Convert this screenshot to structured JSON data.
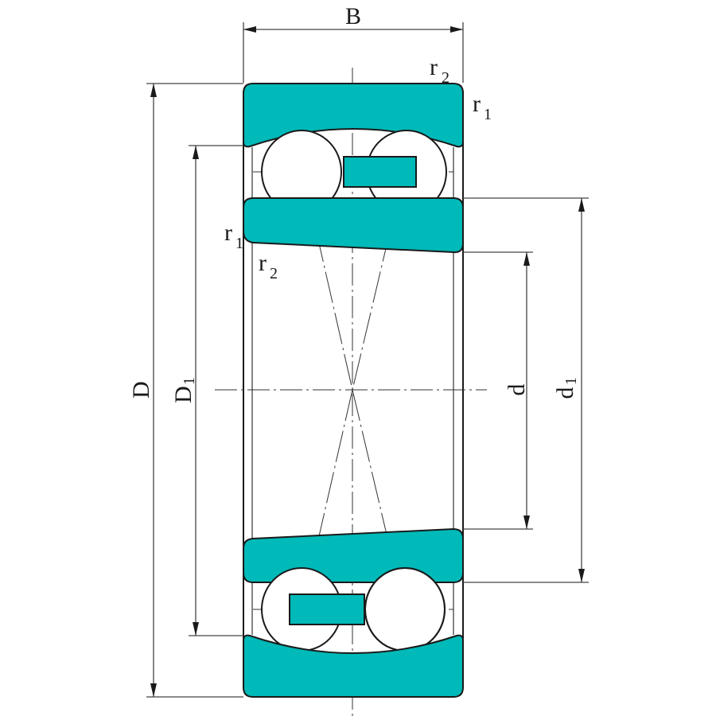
{
  "diagram": {
    "type": "engineering-cross-section",
    "subject": "double-row self-aligning ball bearing",
    "colors": {
      "ring_fill": "#00b9b9",
      "outline": "#1a1a1a",
      "dimension_line": "#444444",
      "background": "#ffffff"
    },
    "labels": {
      "width": "B",
      "outer_diameter": "D",
      "outer_ring_shoulder_diameter": "D",
      "outer_ring_shoulder_diameter_sub": "1",
      "bore_diameter": "d",
      "inner_ring_shoulder_diameter": "d",
      "inner_ring_shoulder_diameter_sub": "1",
      "chamfer_top_r2": "r",
      "chamfer_top_r2_sub": "2",
      "chamfer_top_r1": "r",
      "chamfer_top_r1_sub": "1",
      "chamfer_inner_r1": "r",
      "chamfer_inner_r1_sub": "1",
      "chamfer_inner_r2": "r",
      "chamfer_inner_r2_sub": "2"
    },
    "components": [
      "outer-ring-top",
      "outer-ring-bottom",
      "inner-ring-top",
      "inner-ring-bottom",
      "ball-top-left",
      "ball-top-right",
      "ball-bottom-left",
      "ball-bottom-right",
      "cage-top",
      "cage-bottom"
    ]
  }
}
